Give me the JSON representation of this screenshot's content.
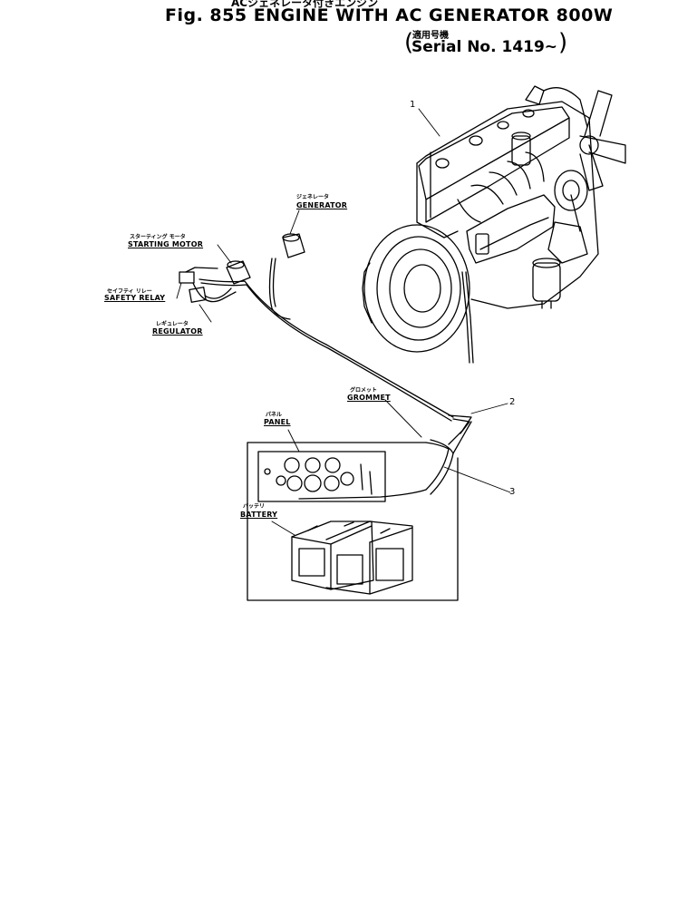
{
  "header": {
    "title_kana": "ACジェネレータ付きエンジン",
    "title": "Fig. 855  ENGINE WITH AC GENERATOR 800W",
    "serial_kana": "適用号機",
    "serial": "Serial No. 1419~"
  },
  "labels": {
    "generator": {
      "kana": "ジェネレータ",
      "text": "GENERATOR"
    },
    "starting_motor": {
      "kana": "スターティング モータ",
      "text": "STARTING MOTOR"
    },
    "safety_relay": {
      "kana": "セイフティ リレー",
      "text": "SAFETY RELAY"
    },
    "regulator": {
      "kana": "レギュレータ",
      "text": "REGULATOR"
    },
    "grommet": {
      "kana": "グロメット",
      "text": "GROMMET"
    },
    "panel": {
      "kana": "パネル",
      "text": "PANEL"
    },
    "battery": {
      "kana": "バッテリ",
      "text": "BATTERY"
    }
  },
  "callouts": {
    "c1": "1",
    "c2": "2",
    "c3": "3"
  },
  "colors": {
    "ink": "#000000",
    "paper": "#ffffff"
  }
}
